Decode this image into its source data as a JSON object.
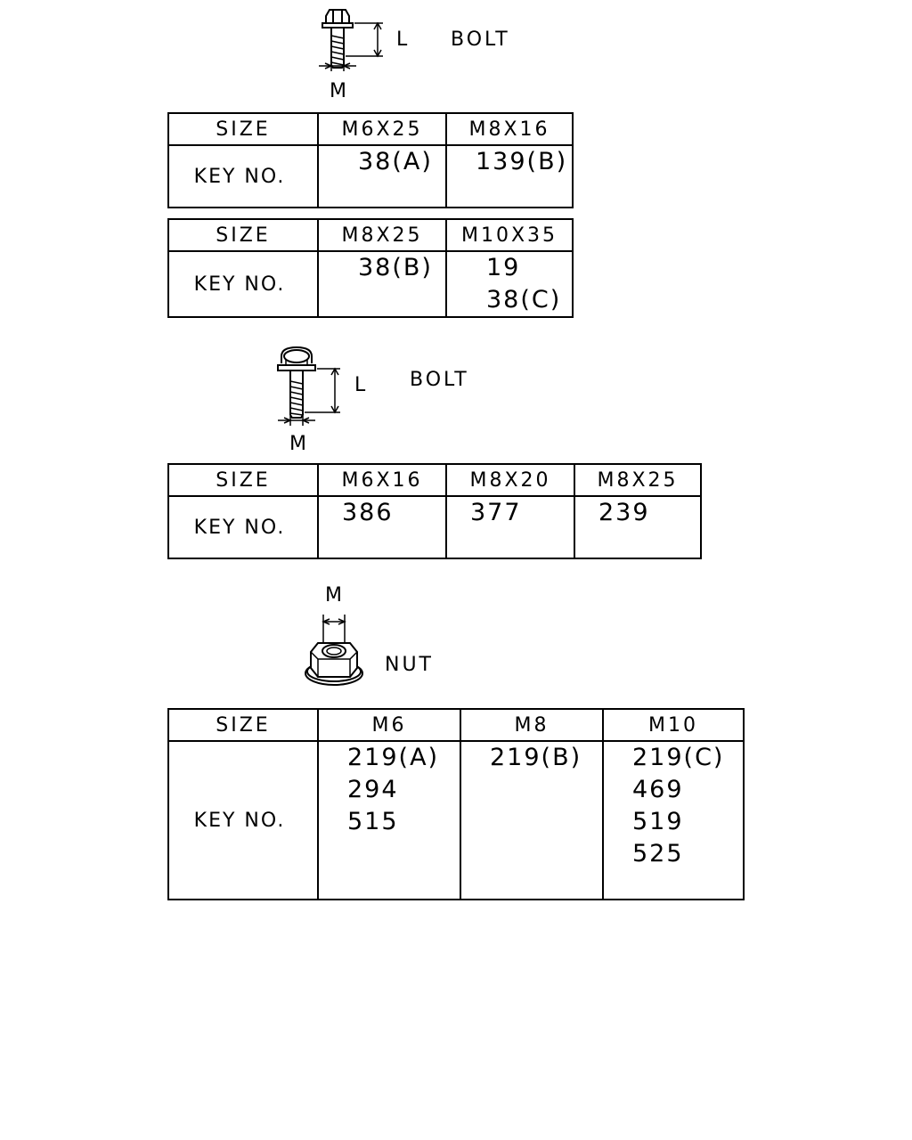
{
  "bolt1": {
    "name": "BOLT",
    "dim_length": "L",
    "dim_diameter": "M"
  },
  "bolt2": {
    "name": "BOLT",
    "dim_length": "L",
    "dim_diameter": "M"
  },
  "nut": {
    "name": "NUT",
    "dim_diameter": "M"
  },
  "table1": {
    "size_label": "SIZE",
    "key_label": "KEY NO.",
    "columns": [
      {
        "size": "M6X25",
        "keys": [
          "38(A)"
        ]
      },
      {
        "size": "M8X16",
        "keys": [
          "139(B)"
        ]
      }
    ]
  },
  "table2": {
    "size_label": "SIZE",
    "key_label": "KEY NO.",
    "columns": [
      {
        "size": "M8X25",
        "keys": [
          "38(B)"
        ]
      },
      {
        "size": "M10X35",
        "keys": [
          "19",
          "38(C)"
        ]
      }
    ]
  },
  "table3": {
    "size_label": "SIZE",
    "key_label": "KEY NO.",
    "columns": [
      {
        "size": "M6X16",
        "keys": [
          "386"
        ]
      },
      {
        "size": "M8X20",
        "keys": [
          "377"
        ]
      },
      {
        "size": "M8X25",
        "keys": [
          "239"
        ]
      }
    ]
  },
  "table4": {
    "size_label": "SIZE",
    "key_label": "KEY NO.",
    "columns": [
      {
        "size": "M6",
        "keys": [
          "219(A)",
          "294",
          "515"
        ]
      },
      {
        "size": "M8",
        "keys": [
          "219(B)"
        ]
      },
      {
        "size": "M10",
        "keys": [
          "219(C)",
          "469",
          "519",
          "525"
        ]
      }
    ]
  }
}
